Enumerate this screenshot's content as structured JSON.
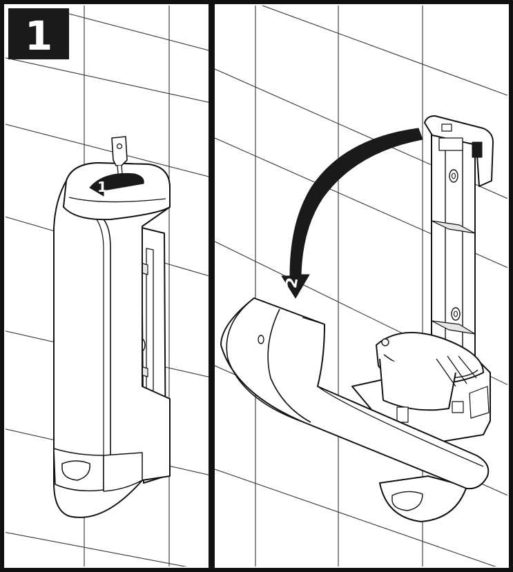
{
  "step_badge": {
    "number": "1"
  },
  "arrows": {
    "turn_key_number": "1",
    "open_cover_number": "2"
  },
  "colors": {
    "background": "#ffffff",
    "line": "#111111",
    "tile_line": "#333333",
    "shade": "#e6e6e6",
    "badge": "#1a1a1a",
    "badge_text": "#ffffff"
  }
}
